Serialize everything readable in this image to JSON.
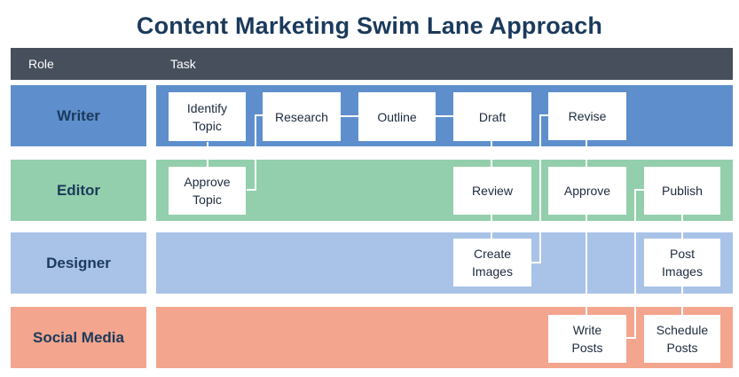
{
  "title": "Content Marketing Swim Lane Approach",
  "header": {
    "role": "Role",
    "task": "Task"
  },
  "lanes": [
    {
      "role": "Writer",
      "color": "#5e8fcc"
    },
    {
      "role": "Editor",
      "color": "#93cfac"
    },
    {
      "role": "Designer",
      "color": "#a9c3e8"
    },
    {
      "role": "Social Media",
      "color": "#f3a58d"
    }
  ],
  "tasks": {
    "identify_topic": "Identify\nTopic",
    "research": "Research",
    "outline": "Outline",
    "draft": "Draft",
    "revise": "Revise",
    "approve_topic": "Approve\nTopic",
    "review": "Review",
    "approve": "Approve",
    "publish": "Publish",
    "create_images": "Create\nImages",
    "post_images": "Post\nImages",
    "write_posts": "Write\nPosts",
    "schedule_posts": "Schedule\nPosts"
  },
  "colors": {
    "title": "#1b3a5c",
    "header_bar": "#474f5c",
    "connector": "#ffffff"
  }
}
